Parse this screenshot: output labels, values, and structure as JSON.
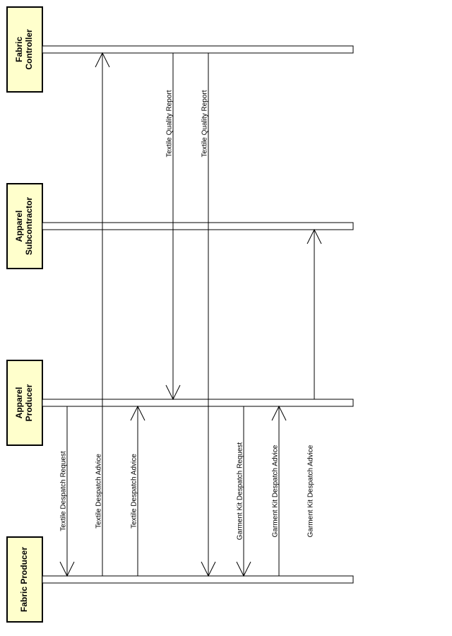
{
  "colors": {
    "actor_fill": "#ffffcc",
    "line": "#000000",
    "background": "#ffffff"
  },
  "actors": [
    {
      "id": "fabric-controller",
      "lines": [
        "Fabric",
        "Controller"
      ]
    },
    {
      "id": "apparel-subcontractor",
      "lines": [
        "Apparel",
        "Subcontractor"
      ]
    },
    {
      "id": "apparel-producer",
      "lines": [
        "Apparel",
        "Producer"
      ]
    },
    {
      "id": "fabric-producer",
      "lines": [
        "Fabric Producer"
      ]
    }
  ],
  "messages": [
    {
      "label": "Textile Despatch Request",
      "from": "apparel-producer",
      "to": "fabric-producer"
    },
    {
      "label": "Textile Despatch Advice",
      "from": "fabric-producer",
      "to": "fabric-controller"
    },
    {
      "label": "Textile Despatch Advice",
      "from": "fabric-producer",
      "to": "apparel-producer"
    },
    {
      "label": "Textile Quality Report",
      "from": "fabric-controller",
      "to": "apparel-producer"
    },
    {
      "label": "Textile Quality Report",
      "from": "fabric-controller",
      "to": "fabric-producer"
    },
    {
      "label": "Garment Kit Despatch Request",
      "from": "apparel-producer",
      "to": "fabric-producer"
    },
    {
      "label": "Garment Kit Despatch Advice",
      "from": "fabric-producer",
      "to": "apparel-producer"
    },
    {
      "label": "Garment Kit Despatch Advice",
      "from": "apparel-producer",
      "to": "apparel-subcontractor"
    }
  ]
}
